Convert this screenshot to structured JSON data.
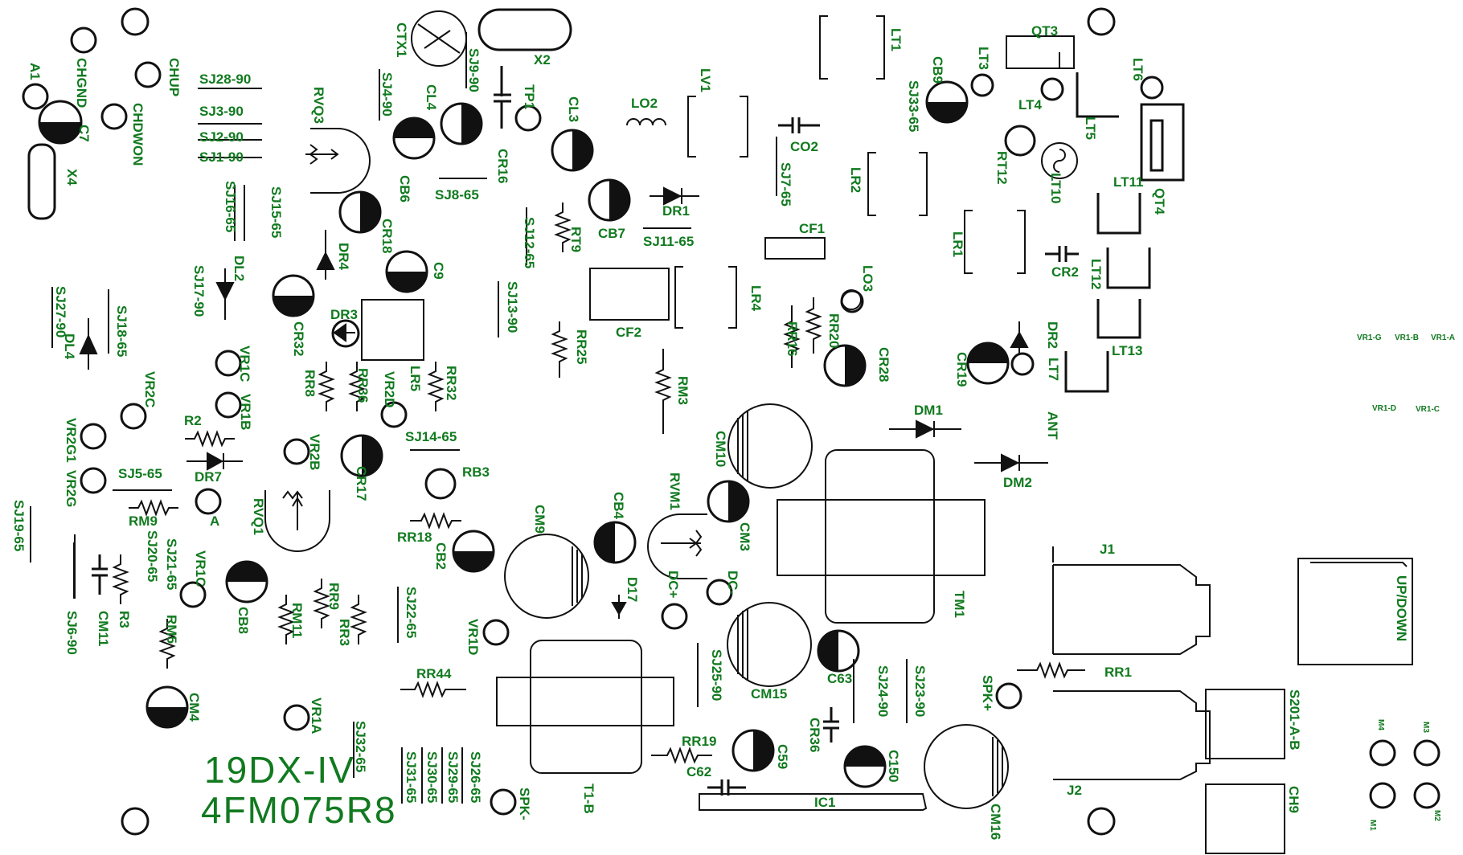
{
  "board": {
    "model": "19DX-IV",
    "part_number": "4FM075R8"
  },
  "labels": {
    "a1": "A1",
    "chgnd": "CHGND",
    "chup": "CHUP",
    "chdwon": "CHDWON",
    "c7": "C7",
    "x4": "X4",
    "sj28": "SJ28-90",
    "sj3": "SJ3-90",
    "sj2": "SJ2-90",
    "sj1": "SJ1-90",
    "ctx1": "CTX1",
    "x2": "X2",
    "sj9": "SJ9-90",
    "sj4": "SJ4-90",
    "rvq3": "RVQ3",
    "cl4": "CL4",
    "tp1": "TP1",
    "cl3": "CL3",
    "lo2": "LO2",
    "lv1": "LV1",
    "lt1": "LT1",
    "qt3": "QT3",
    "cb9": "CB9",
    "lt3": "LT3",
    "lt6": "LT6",
    "sj33": "SJ33-65",
    "lt4": "LT4",
    "lt5": "LT5",
    "co2": "CO2",
    "cr16": "CR16",
    "cb6": "CB6",
    "sj8": "SJ8-65",
    "sj16": "SJ16-65",
    "sj15": "SJ15-65",
    "cr18": "CR18",
    "dr1": "DR1",
    "sj7": "SJ7-65",
    "lr2": "LR2",
    "rt12": "RT12",
    "lt10": "LT10",
    "lt11": "LT11",
    "qt4": "QT4",
    "sj12": "SJ12-65",
    "rt9": "RT9",
    "cb7": "CB7",
    "sj11": "SJ11-65",
    "cf1": "CF1",
    "lr1": "LR1",
    "cr2": "CR2",
    "lt12": "LT12",
    "dl2": "DL2",
    "dr4": "DR4",
    "sj17": "SJ17-90",
    "c9": "C9",
    "lo3": "LO3",
    "sj13": "SJ13-90",
    "cf2": "CF2",
    "lr4": "LR4",
    "sj27": "SJ27-90",
    "sj18": "SJ18-65",
    "dr3": "DR3",
    "cr32": "CR32",
    "rr20": "RR20",
    "rr16": "RR16",
    "dr2": "DR2",
    "lt13": "LT13",
    "dl4": "DL4",
    "rr25": "RR25",
    "cr28": "CR28",
    "cr19": "CR19",
    "lt7": "LT7",
    "vr1c_top": "VR1C",
    "lr5": "LR5",
    "rr8": "RR8",
    "rr36": "RR36",
    "vr2d": "VR2D",
    "rr32": "RR32",
    "rm3": "RM3",
    "vr2c": "VR2C",
    "vr1b": "VR1B",
    "dm1": "DM1",
    "ant": "ANT",
    "r2": "R2",
    "cm10": "CM10",
    "vr2g1": "VR2G1",
    "sj14": "SJ14-65",
    "vr2b": "VR2B",
    "dm2": "DM2",
    "dr7": "DR7",
    "rb3": "RB3",
    "sj5": "SJ5-65",
    "vr2g": "VR2G",
    "cr17": "CR17",
    "rvm1": "RVM1",
    "rm9": "RM9",
    "a": "A",
    "rvq1": "RVQ1",
    "sj19": "SJ19-65",
    "cm9": "CM9",
    "cb4": "CB4",
    "cm3": "CM3",
    "rr18": "RR18",
    "sj20": "SJ20-65",
    "sj21": "SJ21-65",
    "cb2": "CB2",
    "j1": "J1",
    "vr1c": "VR1C",
    "r3": "R3",
    "cm11": "CM11",
    "sj6": "SJ6-90",
    "cb8": "CB8",
    "rr9": "RR9",
    "rm11": "RM11",
    "rr3": "RR3",
    "sj22": "SJ22-65",
    "d17": "D17",
    "dcp": "DC+",
    "dcm": "DC-",
    "tm1": "TM1",
    "updown": "UP/DOWN",
    "rm5": "RM5",
    "vr1d": "VR1D",
    "c63": "C63",
    "cm15": "CM15",
    "sj25": "SJ25-90",
    "rr1": "RR1",
    "sj24": "SJ24-90",
    "sj23": "SJ23-90",
    "spkp": "SPK+",
    "cm4": "CM4",
    "rr44": "RR44",
    "vr1a": "VR1A",
    "s201": "S201-A-B",
    "sj32": "SJ32-65",
    "rr19": "RR19",
    "c59": "C59",
    "cr36": "CR36",
    "c150": "C150",
    "c62": "C62",
    "sj31": "SJ31-65",
    "sj30": "SJ30-65",
    "sj29": "SJ29-65",
    "sj26": "SJ26-65",
    "spkm": "SPK-",
    "t1b": "T1-B",
    "ic1": "IC1",
    "j2": "J2",
    "ch9": "CH9",
    "cm16": "CM16",
    "m4": "M4",
    "m3": "M3",
    "m1": "M1",
    "m2": "M2",
    "vr1g": "VR1-G",
    "vr1b_s": "VR1-B",
    "vr1a_s": "VR1-A",
    "vr1d_s": "VR1-D",
    "vr1c_s": "VR1-C"
  }
}
